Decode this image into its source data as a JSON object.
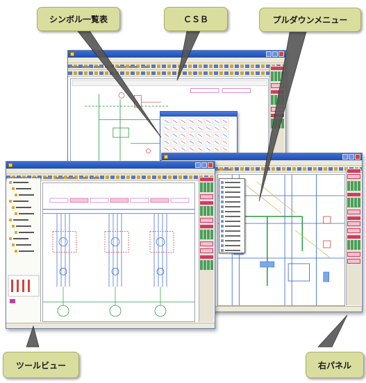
{
  "callouts": {
    "symbol_list": "シンボル一覧表",
    "csb": "ＣＳＢ",
    "pulldown_menu": "プルダウンメニュー",
    "tool_view": "ツールビュー",
    "right_panel": "右パネル"
  },
  "colors": {
    "callout_bg": "#d9dd9e",
    "titlebar": "#2350b8",
    "panel_pink": "#d23b66",
    "panel_green": "#4aa05a",
    "drawing_green": "#2a9a3c",
    "drawing_red": "#d4433b",
    "drawing_blue": "#2f5fd0",
    "drawing_magenta": "#c23caa"
  },
  "icons": {
    "window_close": "close-icon",
    "window_maximize": "maximize-icon",
    "window_minimize": "minimize-icon",
    "app": "app-icon"
  }
}
